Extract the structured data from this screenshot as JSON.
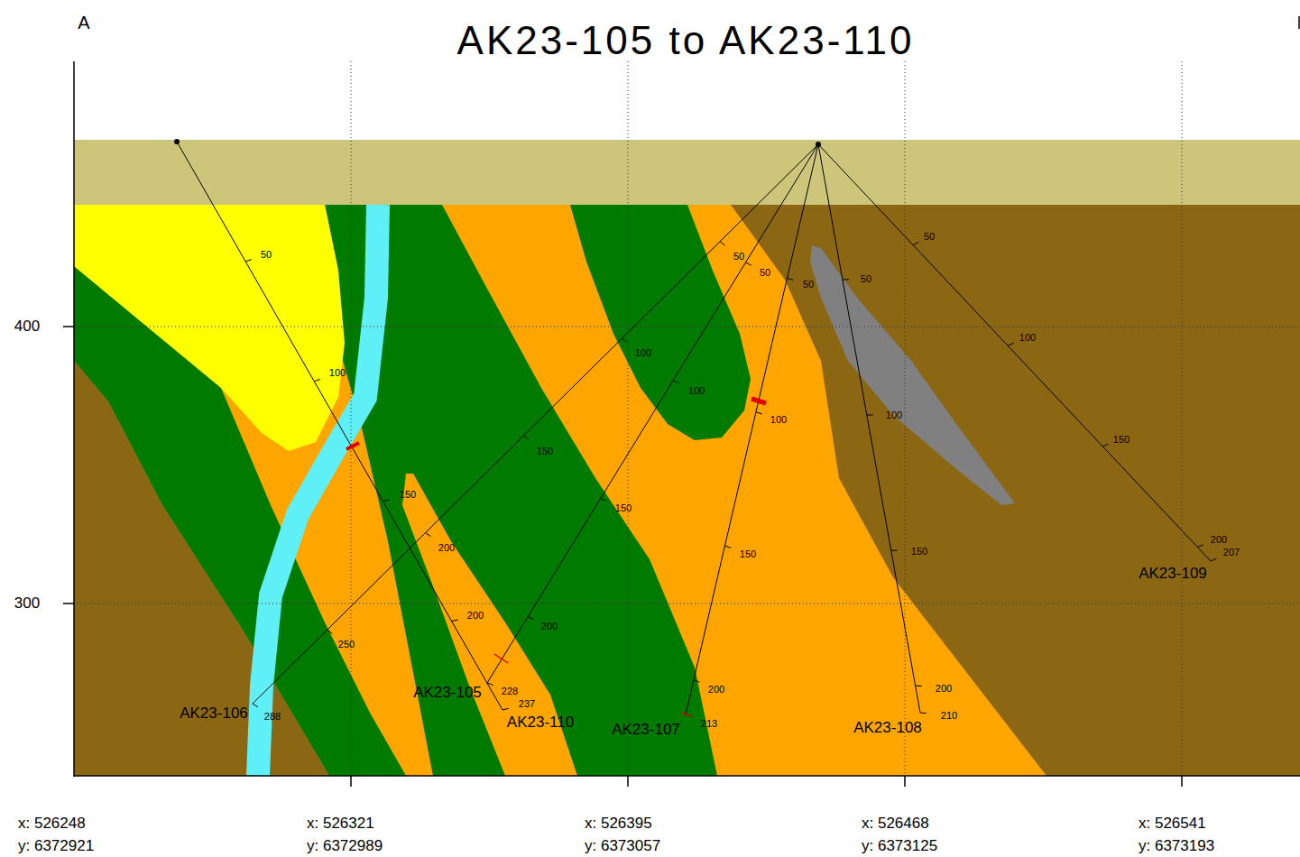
{
  "diagram": {
    "title": "AK23-105 to AK23-110",
    "labels": [
      "A",
      "400",
      "300",
      "50",
      "100",
      "150",
      "200",
      "237",
      "AK23-110",
      "50",
      "100",
      "150",
      "200",
      "250",
      "288",
      "AK23-106",
      "50",
      "100",
      "150",
      "200",
      "228",
      "AK23-105",
      "50",
      "100",
      "150",
      "200",
      "213",
      "AK23-107",
      "50",
      "100",
      "150",
      "200",
      "210",
      "AK23-108",
      "50",
      "100",
      "150",
      "200",
      "207",
      "AK23-109",
      "x: 526248",
      "y: 6372921",
      "x: 526321",
      "y: 6372989",
      "x: 526395",
      "y: 6373057",
      "x: 526468",
      "y: 6373125",
      "x: 526541",
      "y: 6373193"
    ]
  }
}
